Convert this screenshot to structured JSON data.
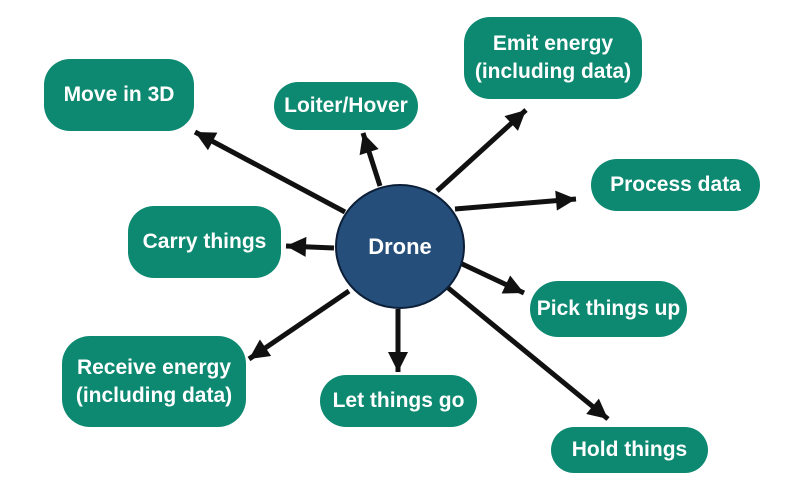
{
  "colors": {
    "node_fill": "#0d8971",
    "node_text": "#ffffff",
    "center_fill": "#254e7b",
    "center_border": "#0c1f38",
    "center_text": "#ffffff",
    "arrow": "#111111",
    "background": "#ffffff"
  },
  "center_node": {
    "label": "Drone"
  },
  "nodes": [
    {
      "id": "move-in-3d",
      "lines": [
        "Move in 3D"
      ]
    },
    {
      "id": "loiter-hover",
      "lines": [
        "Loiter/Hover"
      ]
    },
    {
      "id": "emit-energy",
      "lines": [
        "Emit energy",
        "(including data)"
      ]
    },
    {
      "id": "process-data",
      "lines": [
        "Process data"
      ]
    },
    {
      "id": "pick-things-up",
      "lines": [
        "Pick things up"
      ]
    },
    {
      "id": "hold-things",
      "lines": [
        "Hold things"
      ]
    },
    {
      "id": "let-things-go",
      "lines": [
        "Let things go"
      ]
    },
    {
      "id": "receive-energy",
      "lines": [
        "Receive energy",
        "(including data)"
      ]
    },
    {
      "id": "carry-things",
      "lines": [
        "Carry things"
      ]
    }
  ]
}
